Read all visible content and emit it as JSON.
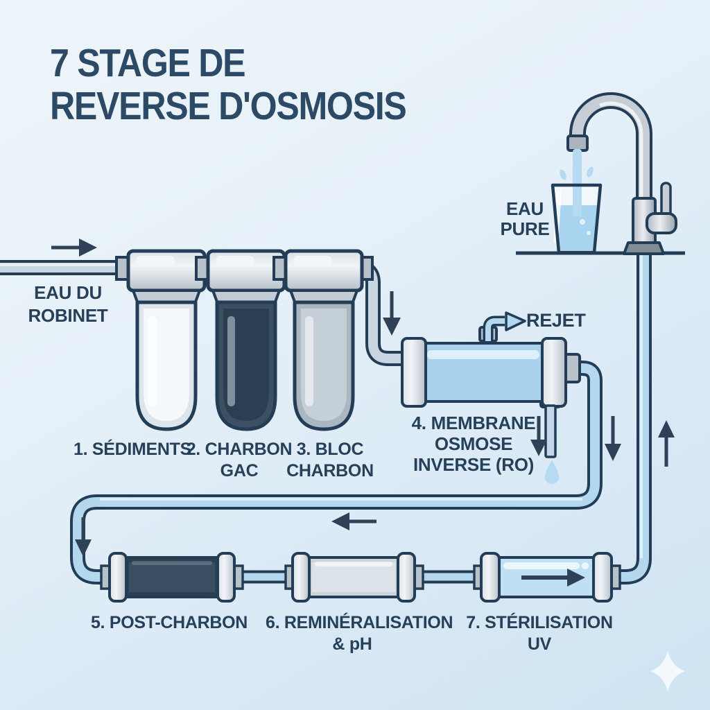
{
  "title": {
    "line1": "7 STAGE DE",
    "line2": "REVERSE D'OSMOSIS"
  },
  "labels": {
    "tap_water_line1": "EAU DU",
    "tap_water_line2": "ROBINET",
    "pure_water_line1": "EAU",
    "pure_water_line2": "PURE",
    "reject": "REJET"
  },
  "stages": {
    "s1_line1": "1. SÉDIMENTS",
    "s2_line1": "2. CHARBON",
    "s2_line2": "GAC",
    "s3_line1": "3. BLOC",
    "s3_line2": "CHARBON",
    "s4_line1": "4. MEMBRANE",
    "s4_line2": "OSMOSE",
    "s4_line3": "INVERSE (RO)",
    "s5_line1": "5. POST-CHARBON",
    "s6_line1": "6. REMINÉRALISATION",
    "s6_line2": "& pH",
    "s7_line1": "7. STÉRILISATION",
    "s7_line2": "UV"
  },
  "colors": {
    "background_top": "#eef5fa",
    "background_bottom": "#cfe3f2",
    "outline": "#233d57",
    "title_text": "#2c4a66",
    "label_text": "#27405a",
    "pipe_gray": "#c7d6e1",
    "pipe_blue": "#b3d8ee",
    "filter_sediment": "#f4f8fa",
    "filter_gac": "#2c3f52",
    "filter_carbon_block": "#bfcad3",
    "membrane_body": "#a9d2ec",
    "post_carbon_body": "#2d4052",
    "remineralisation_body": "#cbd4da",
    "uv_body": "#bfdff2",
    "glass_water": "#a8d4ef",
    "arrow": "#2e4156",
    "droplet": "#b6daf1",
    "sparkle": "#f3f9fd"
  }
}
